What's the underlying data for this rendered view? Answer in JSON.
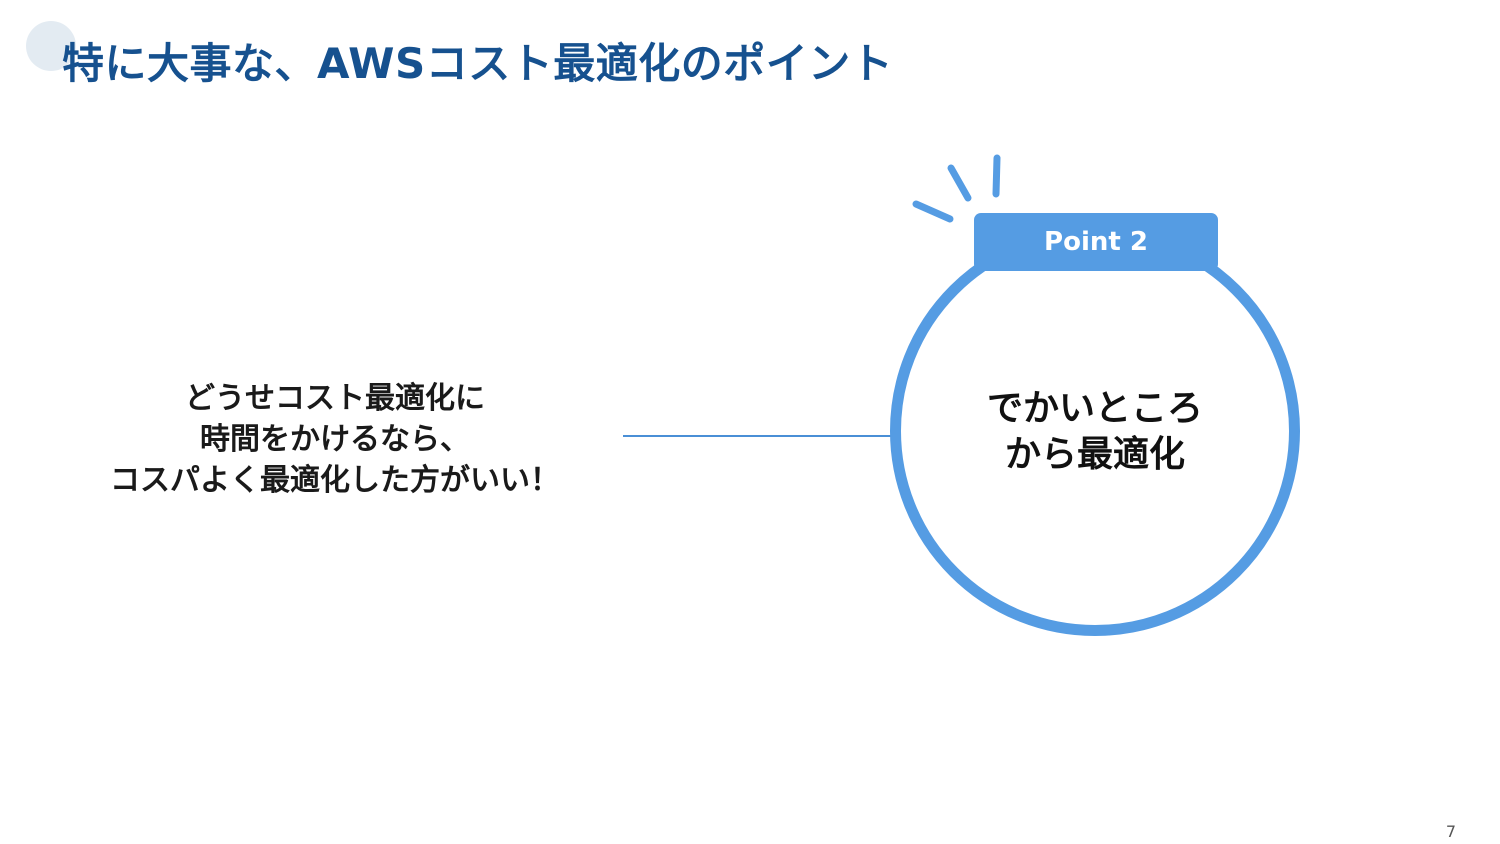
{
  "slide": {
    "title": "特に大事な、AWSコスト最適化のポイント",
    "page_number": "7"
  },
  "left": {
    "lines": [
      "どうせコスト最適化に",
      "時間をかけるなら、",
      "コスパよく最適化した方がいい！"
    ]
  },
  "point": {
    "label": "Point 2",
    "lines": [
      "でかいところ",
      "から最適化"
    ]
  },
  "colors": {
    "title": "#16518f",
    "accent": "#559ce3",
    "title_dot": "#e3ebf2",
    "connector": "#4a8fd6"
  }
}
